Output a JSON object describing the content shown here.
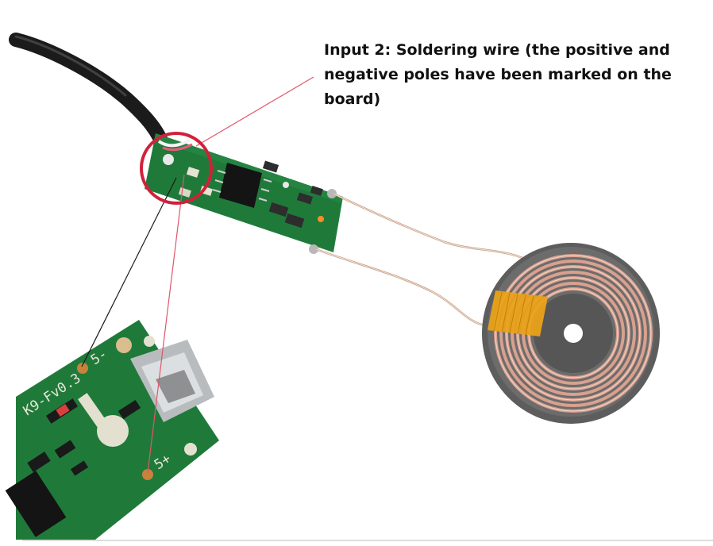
{
  "annotation": {
    "text": "Input 2: Soldering wire (the positive and negative poles have been marked on the board)"
  },
  "board_markings": {
    "version": "K9-Fv0.3",
    "negative_pad": "5-",
    "positive_pad": "5+"
  },
  "colors": {
    "pcb_green": "#1f7a3a",
    "coil_copper": "#d9a08f",
    "ferrite": "#5c5d5c",
    "callout_line": "#e0566a",
    "highlight_circle": "#d0213b"
  }
}
